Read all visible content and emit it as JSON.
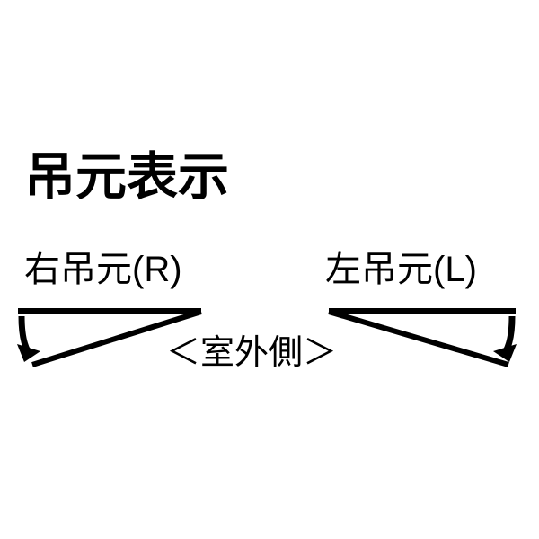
{
  "figure": {
    "title": "吊元表示",
    "center_label": "＜室外側＞",
    "background_color": "#ffffff",
    "line_color": "#000000",
    "text_color": "#000000"
  },
  "panels": [
    {
      "key": "right_hinge",
      "label": "右吊元(R)",
      "arrow_direction": "down",
      "hinge_side": "left"
    },
    {
      "key": "left_hinge",
      "label": "左吊元(L)",
      "arrow_direction": "down",
      "hinge_side": "right"
    }
  ]
}
